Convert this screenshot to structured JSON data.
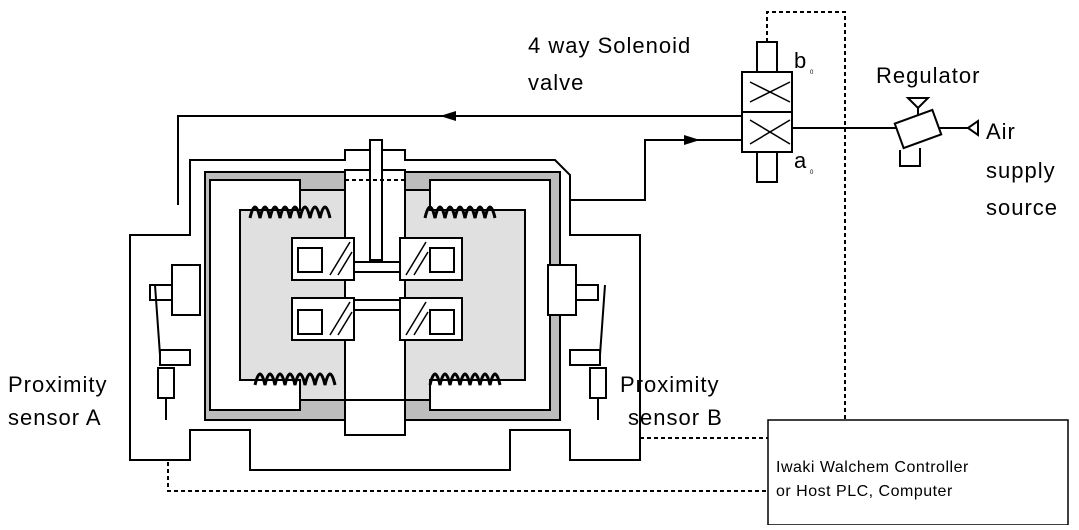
{
  "valve": {
    "label_line1": "4 way Solenoid",
    "label_line2": "valve",
    "port_b": "b",
    "port_b_sub": "0",
    "port_a": "a",
    "port_a_sub": "0"
  },
  "regulator": {
    "label": "Regulator"
  },
  "air_supply": {
    "line1": "Air",
    "line2": "supply",
    "line3": "source"
  },
  "sensor_a": {
    "line1": "Proximity",
    "line2": "sensor A"
  },
  "sensor_b": {
    "line1": "Proximity",
    "line2": "sensor B"
  },
  "controller": {
    "line1": "Iwaki Walchem Controller",
    "line2": "or Host PLC, Computer"
  }
}
